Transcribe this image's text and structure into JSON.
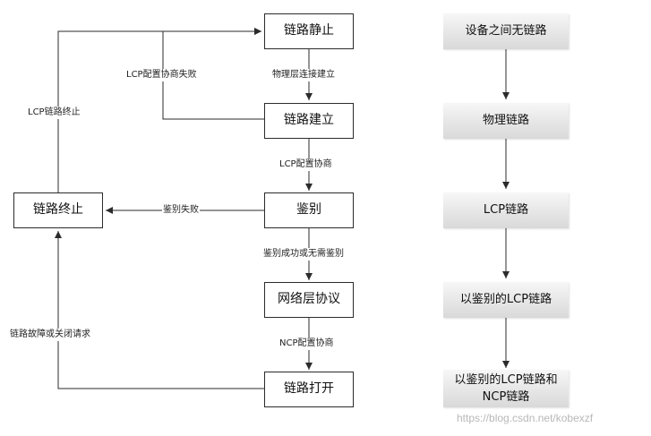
{
  "state_diagram": {
    "states": {
      "link_dead": "链路静止",
      "link_establish": "链路建立",
      "authenticate": "鉴别",
      "network_protocol": "网络层协议",
      "link_open": "链路打开",
      "link_terminate": "链路终止"
    },
    "transitions": {
      "physical_up": "物理层连接建立",
      "lcp_negotiation": "LCP配置协商",
      "lcp_failed": "LCP配置协商失败",
      "auth_success": "鉴别成功或无需鉴别",
      "auth_failed": "鉴别失败",
      "ncp_negotiation": "NCP配置协商",
      "link_fault_or_close": "链路故障或关闭请求",
      "lcp_terminate": "LCP链路终止"
    }
  },
  "link_states": [
    "设备之间无链路",
    "物理链路",
    "LCP链路",
    "以鉴别的LCP链路",
    "以鉴别的LCP链路和NCP链路"
  ],
  "watermark": "https://blog.csdn.net/kobexzf",
  "colors": {
    "line": "#2b2b2b",
    "box_border": "#2b2b2b",
    "gradient_top": "#f7f7f7",
    "gradient_bottom": "#d9d9d9"
  }
}
